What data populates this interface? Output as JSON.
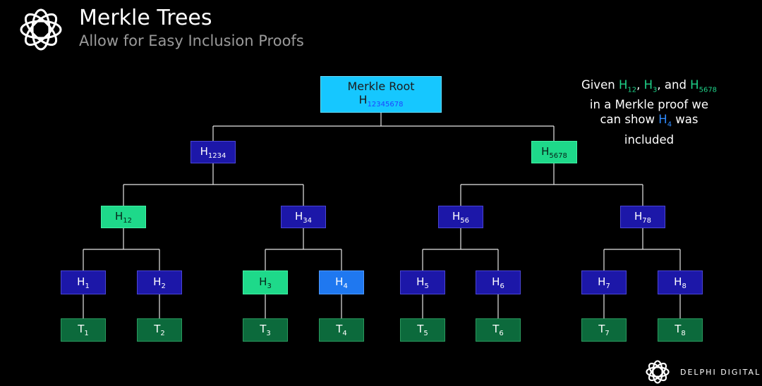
{
  "header": {
    "title": "Merkle Trees",
    "subtitle": "Allow for Easy Inclusion Proofs"
  },
  "note": {
    "w1": "Given ",
    "h12": "H",
    "h12_sub": "12",
    "sep1": ", ",
    "h3": "H",
    "h3_sub": "3",
    "sep2": ", and ",
    "h5678": "H",
    "h5678_sub": "5678",
    "line2": "in a Merkle proof we",
    "line3a": "can show ",
    "h4": "H",
    "h4_sub": "4",
    "line3b": " was",
    "line4": "included"
  },
  "tree": {
    "root": {
      "label": "Merkle Root",
      "h": "H",
      "sub": "12345678"
    },
    "h1234": {
      "h": "H",
      "sub": "1234"
    },
    "h5678": {
      "h": "H",
      "sub": "5678"
    },
    "h12": {
      "h": "H",
      "sub": "12"
    },
    "h34": {
      "h": "H",
      "sub": "34"
    },
    "h56": {
      "h": "H",
      "sub": "56"
    },
    "h78": {
      "h": "H",
      "sub": "78"
    },
    "h1": {
      "h": "H",
      "sub": "1"
    },
    "h2": {
      "h": "H",
      "sub": "2"
    },
    "h3": {
      "h": "H",
      "sub": "3"
    },
    "h4": {
      "h": "H",
      "sub": "4"
    },
    "h5": {
      "h": "H",
      "sub": "5"
    },
    "h6": {
      "h": "H",
      "sub": "6"
    },
    "h7": {
      "h": "H",
      "sub": "7"
    },
    "h8": {
      "h": "H",
      "sub": "8"
    },
    "t1": {
      "h": "T",
      "sub": "1"
    },
    "t2": {
      "h": "T",
      "sub": "2"
    },
    "t3": {
      "h": "T",
      "sub": "3"
    },
    "t4": {
      "h": "T",
      "sub": "4"
    },
    "t5": {
      "h": "T",
      "sub": "5"
    },
    "t6": {
      "h": "T",
      "sub": "6"
    },
    "t7": {
      "h": "T",
      "sub": "7"
    },
    "t8": {
      "h": "T",
      "sub": "8"
    }
  },
  "brand": {
    "name": "DELPHI DIGITAL"
  },
  "colors": {
    "background": "#000000",
    "root": "#16c7ff",
    "internal": "#1c17a8",
    "proof_green": "#1ed98a",
    "target_blue": "#1f78f0",
    "leaf": "#0c6a3c"
  }
}
